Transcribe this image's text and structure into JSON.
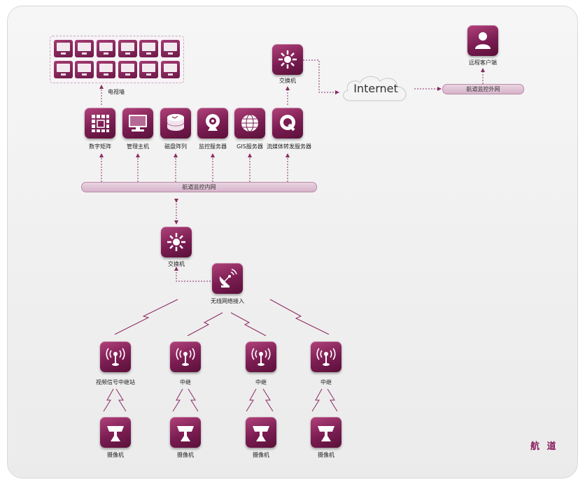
{
  "tv_wall": {
    "label": "电视墙",
    "screen_count": 12
  },
  "servers": [
    {
      "label": "数字矩阵",
      "icon": "matrix-icon"
    },
    {
      "label": "管理主机",
      "icon": "monitor-icon"
    },
    {
      "label": "磁盘阵列",
      "icon": "disk-array-icon"
    },
    {
      "label": "监控服务器",
      "icon": "webcam-icon"
    },
    {
      "label": "GIS服务器",
      "icon": "globe-icon"
    },
    {
      "label": "流媒体转发服务器",
      "icon": "media-icon"
    }
  ],
  "intranet": {
    "label": "航道监控内网"
  },
  "switch_top": {
    "label": "交换机"
  },
  "switch_mid": {
    "label": "交换机"
  },
  "internet": {
    "label": "Internet"
  },
  "extranet": {
    "label": "航道监控外网"
  },
  "remote_client": {
    "label": "远程客户端"
  },
  "wireless": {
    "label": "无线网络接入"
  },
  "relays": [
    {
      "label": "视频信号中继站"
    },
    {
      "label": "中继"
    },
    {
      "label": "中继"
    },
    {
      "label": "中继"
    }
  ],
  "cameras": [
    {
      "label": "摄像机"
    },
    {
      "label": "摄像机"
    },
    {
      "label": "摄像机"
    },
    {
      "label": "摄像机"
    }
  ],
  "brand_text": "航 道",
  "colors": {
    "accent": "#7a1d52",
    "line": "#8a2a62",
    "bar": "#dcbcd0"
  }
}
